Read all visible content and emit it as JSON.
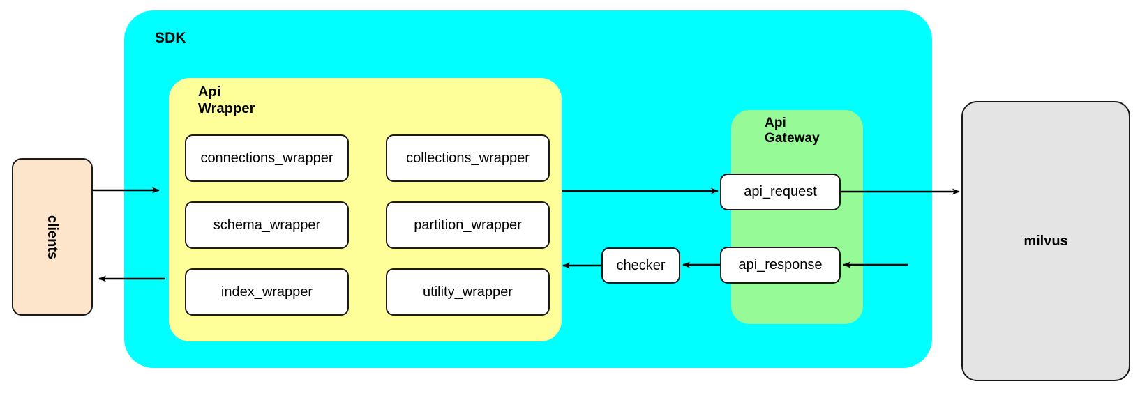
{
  "diagram": {
    "title_hidden": "",
    "actors": {
      "clients": {
        "label": "clients",
        "fill": "#FDE5CC"
      },
      "milvus": {
        "label": "milvus",
        "fill": "#E4E4E4"
      }
    },
    "groups": {
      "sdk": {
        "label": "SDK",
        "fill": "#00FFFF"
      },
      "api_wrapper": {
        "label": "Api\nWrapper",
        "fill": "#FFFF99"
      },
      "api_gateway": {
        "label": "Api\nGateway",
        "fill": "#96FA96"
      }
    },
    "wrapper_nodes": [
      {
        "id": "connections_wrapper",
        "label": "connections_wrapper"
      },
      {
        "id": "collections_wrapper",
        "label": "collections_wrapper"
      },
      {
        "id": "schema_wrapper",
        "label": "schema_wrapper"
      },
      {
        "id": "partition_wrapper",
        "label": "partition_wrapper"
      },
      {
        "id": "index_wrapper",
        "label": "index_wrapper"
      },
      {
        "id": "utility_wrapper",
        "label": "utility_wrapper"
      }
    ],
    "gateway_nodes": [
      {
        "id": "api_request",
        "label": "api_request"
      },
      {
        "id": "api_response",
        "label": "api_response"
      }
    ],
    "standalone_nodes": [
      {
        "id": "checker",
        "label": "checker"
      }
    ],
    "edges": [
      {
        "from": "clients",
        "to": "api_wrapper",
        "direction": "right"
      },
      {
        "from": "api_wrapper",
        "to": "api_request",
        "direction": "right"
      },
      {
        "from": "api_request",
        "to": "milvus",
        "direction": "right"
      },
      {
        "from": "milvus",
        "to": "api_response",
        "direction": "left"
      },
      {
        "from": "api_response",
        "to": "checker",
        "direction": "left"
      },
      {
        "from": "checker",
        "to": "api_wrapper",
        "direction": "left"
      },
      {
        "from": "api_wrapper",
        "to": "clients",
        "direction": "left"
      }
    ],
    "colors": {
      "stroke": "#000000",
      "node_fill": "#FFFFFF",
      "background": "#FFFFFF"
    }
  }
}
